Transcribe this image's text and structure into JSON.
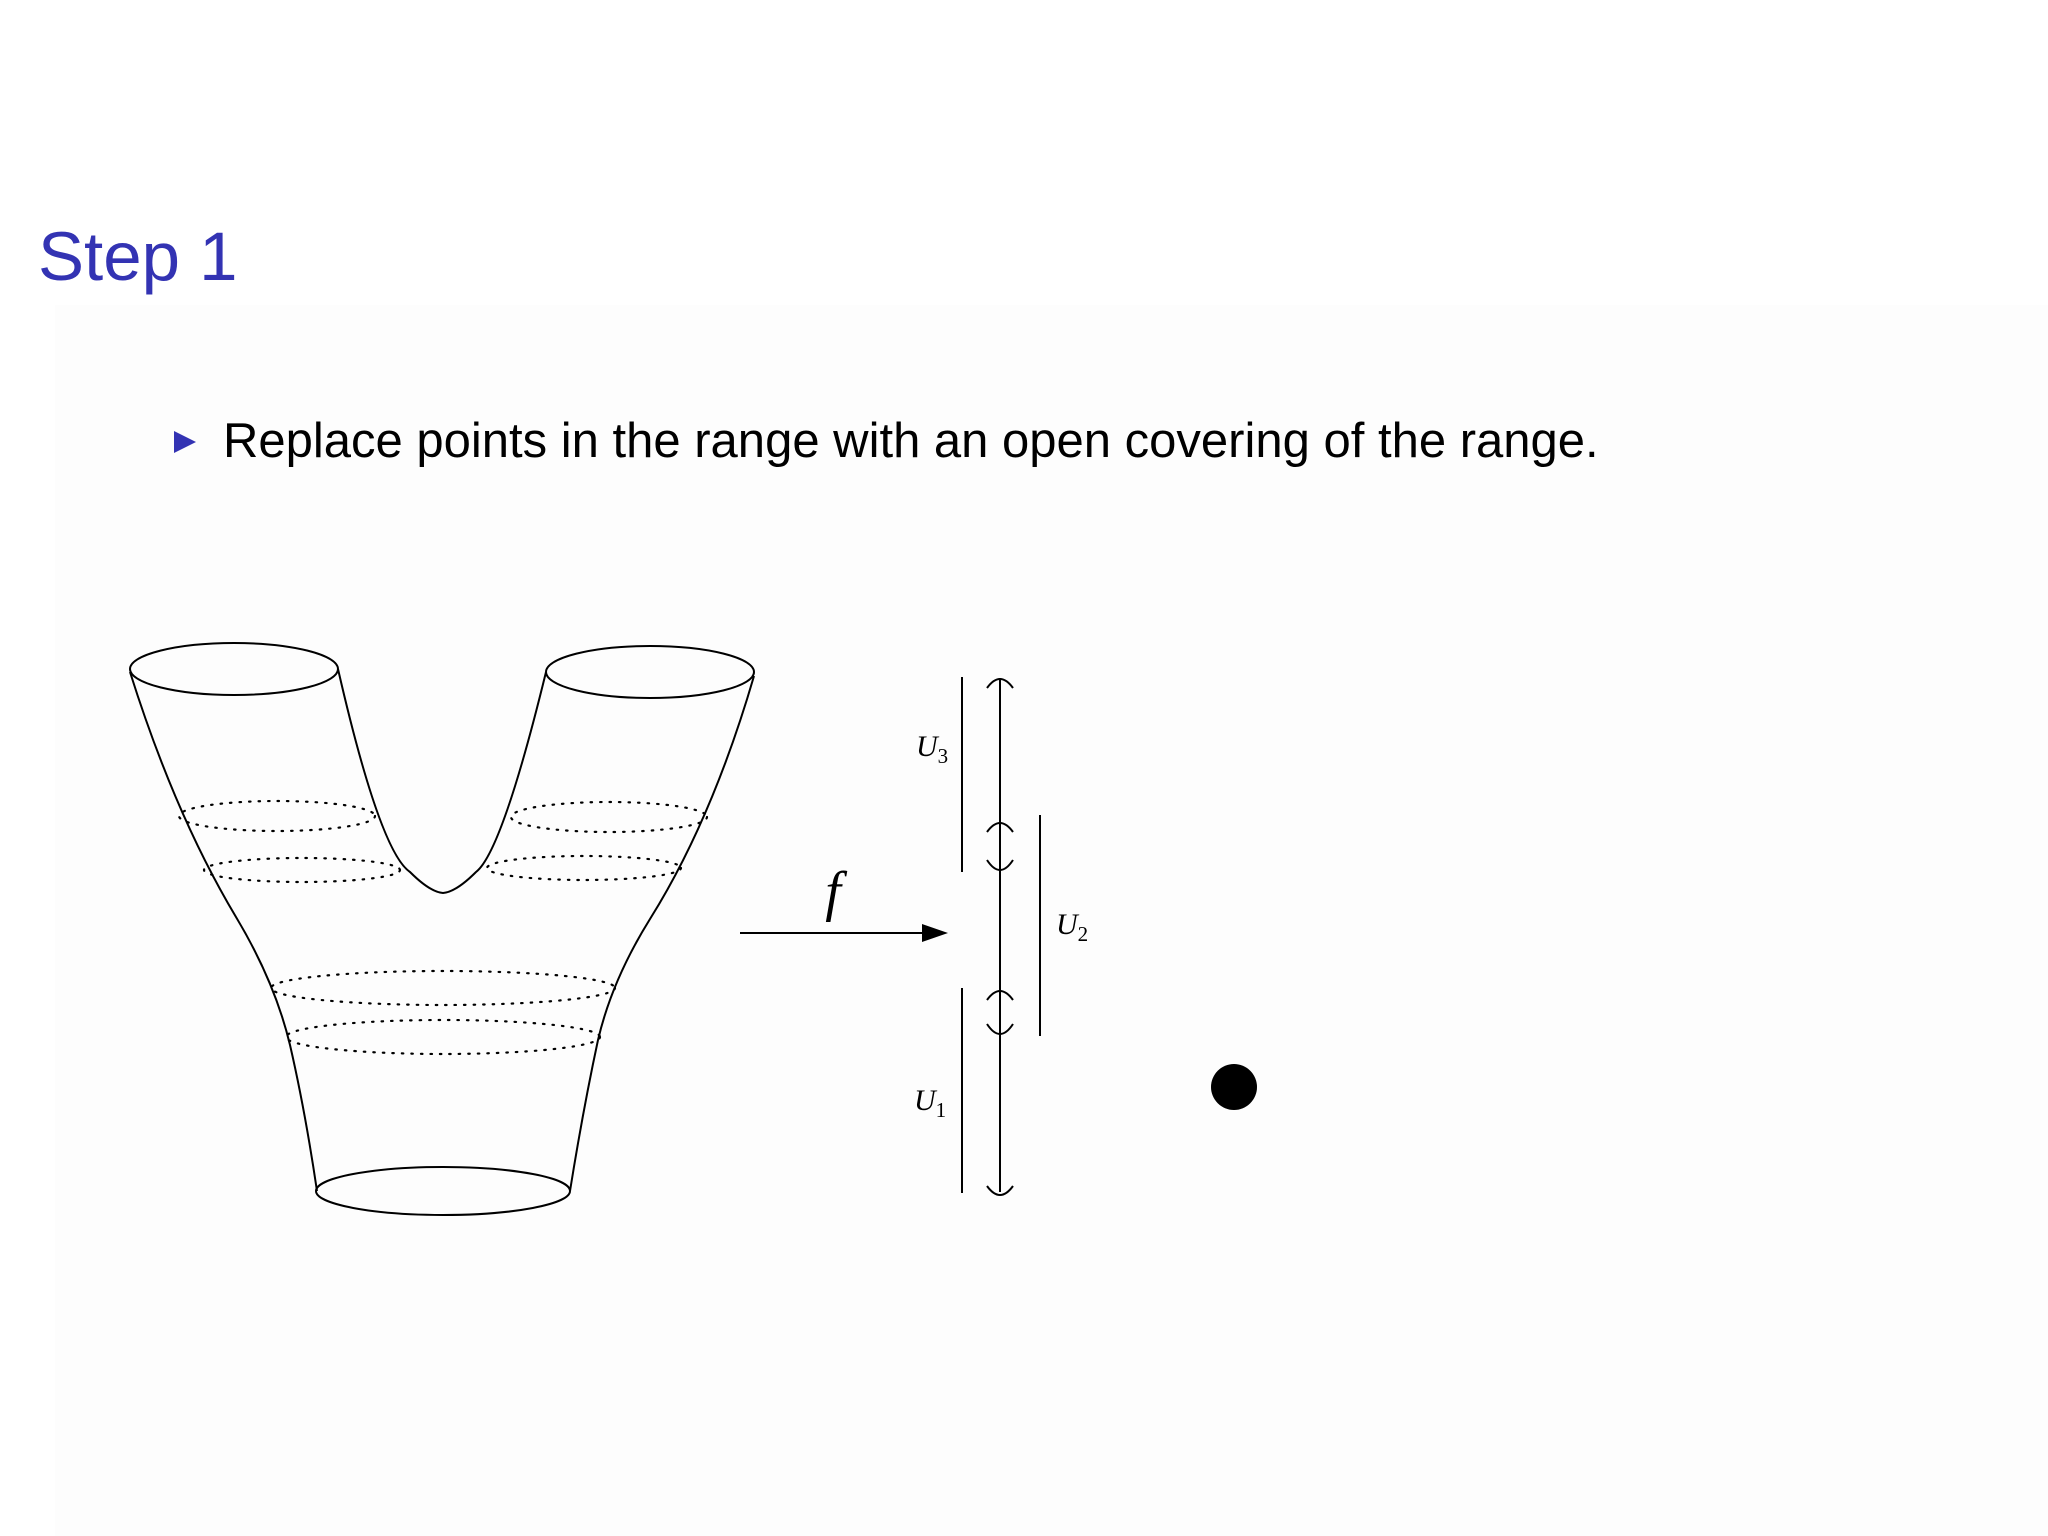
{
  "slide": {
    "title": "Step 1",
    "bullets": [
      {
        "text": "Replace points in the range with an open covering of the range."
      }
    ]
  },
  "diagram": {
    "map_label": "f",
    "cover_sets": [
      {
        "symbol": "U",
        "subscript": "1"
      },
      {
        "symbol": "U",
        "subscript": "2"
      },
      {
        "symbol": "U",
        "subscript": "3"
      }
    ]
  },
  "colors": {
    "title": "#3333b3",
    "bullet_marker": "#3333b3",
    "text": "#000000",
    "line": "#000000"
  }
}
